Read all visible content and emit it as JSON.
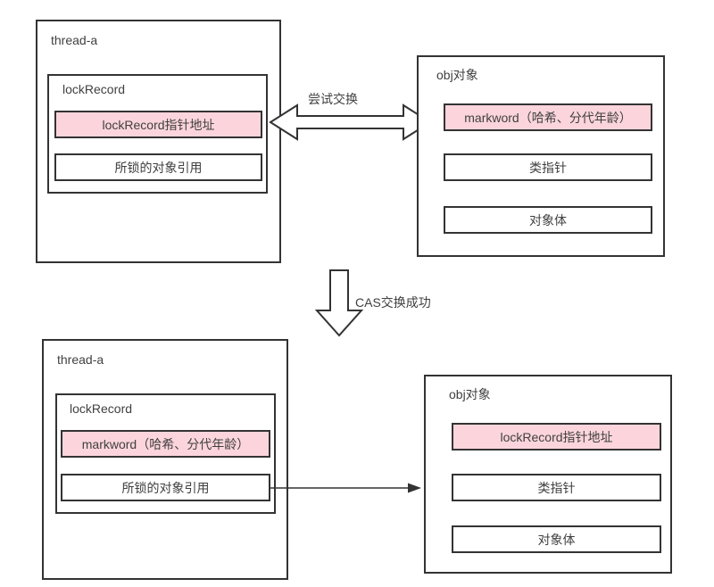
{
  "colors": {
    "border": "#333333",
    "pink_fill": "#fcd5dc",
    "text": "#404040",
    "background": "#ffffff"
  },
  "top": {
    "thread_box": {
      "title": "thread-a",
      "lock_record": {
        "title": "lockRecord",
        "rows": [
          {
            "label": "lockRecord指针地址",
            "highlight": true
          },
          {
            "label": "所锁的对象引用",
            "highlight": false
          }
        ]
      }
    },
    "exchange_arrow_label": "尝试交换",
    "obj_box": {
      "title": "obj对象",
      "rows": [
        {
          "label": "markword（哈希、分代年龄）",
          "highlight": true
        },
        {
          "label": "类指针",
          "highlight": false
        },
        {
          "label": "对象体",
          "highlight": false
        }
      ]
    }
  },
  "middle": {
    "cas_arrow_label": "CAS交换成功"
  },
  "bottom": {
    "thread_box": {
      "title": "thread-a",
      "lock_record": {
        "title": "lockRecord",
        "rows": [
          {
            "label": "markword（哈希、分代年龄）",
            "highlight": true
          },
          {
            "label": "所锁的对象引用",
            "highlight": false
          }
        ]
      }
    },
    "obj_box": {
      "title": "obj对象",
      "rows": [
        {
          "label": "lockRecord指针地址",
          "highlight": true
        },
        {
          "label": "类指针",
          "highlight": false
        },
        {
          "label": "对象体",
          "highlight": false
        }
      ]
    }
  }
}
